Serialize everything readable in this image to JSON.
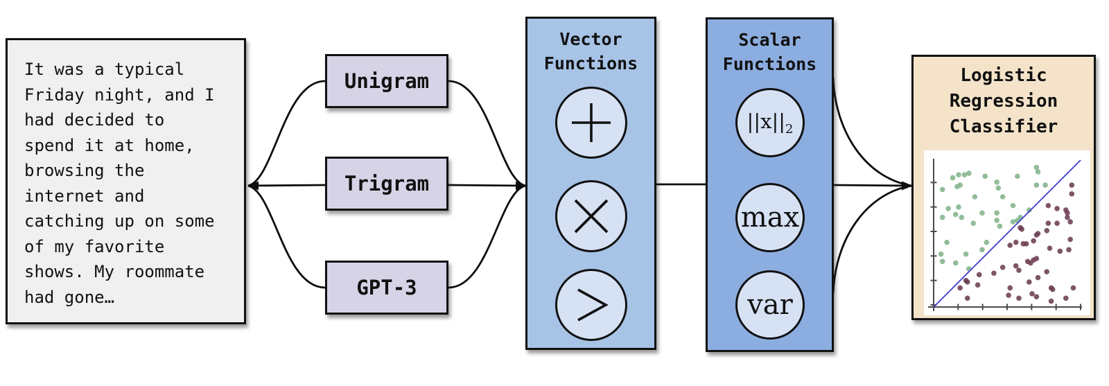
{
  "diagram": {
    "input_text": {
      "text": "It was a typical\nFriday night, and I\nhad decided to\nspend it at home,\nbrowsing the\ninternet and\ncatching up on some\nof my favorite\nshows. My roommate\nhad gone…"
    },
    "feature_extractors": [
      {
        "label": "Unigram"
      },
      {
        "label": "Trigram"
      },
      {
        "label": "GPT-3"
      }
    ],
    "vector_functions": {
      "title": "Vector\nFunctions",
      "operations": [
        {
          "name": "add",
          "symbol": "+"
        },
        {
          "name": "multiply",
          "symbol": "×"
        },
        {
          "name": "greater-than",
          "symbol": ">"
        }
      ]
    },
    "scalar_functions": {
      "title": "Scalar\nFunctions",
      "operations": [
        {
          "name": "l2-norm",
          "base": "||x||",
          "subscript": "2"
        },
        {
          "name": "max",
          "base": "max",
          "subscript": ""
        },
        {
          "name": "variance",
          "base": "var",
          "subscript": ""
        }
      ]
    },
    "classifier": {
      "title": "Logistic\nRegression\nClassifier"
    },
    "edges": [
      {
        "from": "input-text",
        "to": "unigram"
      },
      {
        "from": "input-text",
        "to": "trigram"
      },
      {
        "from": "input-text",
        "to": "gpt-3"
      },
      {
        "from": "unigram",
        "to": "vector-functions"
      },
      {
        "from": "trigram",
        "to": "vector-functions"
      },
      {
        "from": "gpt-3",
        "to": "vector-functions"
      },
      {
        "from": "vector-functions",
        "to": "scalar-functions"
      },
      {
        "from": "scalar-functions",
        "to": "logistic-regression-classifier"
      }
    ],
    "colors": {
      "input_box_fill": "#f0f0f0",
      "extractor_fill": "#d7d3e7",
      "vector_box_fill": "#a7c3e6",
      "scalar_box_fill": "#8caddf",
      "circle_fill": "#d6e2f4",
      "classifier_fill": "#f4e3c9",
      "line": "#0d0d0d"
    }
  },
  "chart_data": {
    "type": "scatter",
    "title": "",
    "xlabel": "",
    "ylabel": "",
    "xlim": [
      0,
      1
    ],
    "ylim": [
      0,
      1
    ],
    "grid": false,
    "x_tick_count": 6,
    "y_tick_count": 6,
    "series": [
      {
        "name": "class-green",
        "color": "#82b48b",
        "points": [
          [
            0.13,
            0.88
          ],
          [
            0.17,
            0.9
          ],
          [
            0.21,
            0.9
          ],
          [
            0.24,
            0.91
          ],
          [
            0.35,
            0.89
          ],
          [
            0.57,
            0.89
          ],
          [
            0.7,
            0.95
          ],
          [
            0.71,
            0.92
          ],
          [
            0.06,
            0.8
          ],
          [
            0.16,
            0.82
          ],
          [
            0.18,
            0.83
          ],
          [
            0.43,
            0.85
          ],
          [
            0.44,
            0.81
          ],
          [
            0.7,
            0.83
          ],
          [
            0.76,
            0.83
          ],
          [
            0.28,
            0.75
          ],
          [
            0.47,
            0.75
          ],
          [
            0.1,
            0.67
          ],
          [
            0.17,
            0.68
          ],
          [
            0.54,
            0.69
          ],
          [
            0.33,
            0.64
          ],
          [
            0.43,
            0.64
          ],
          [
            0.65,
            0.66
          ],
          [
            0.06,
            0.61
          ],
          [
            0.15,
            0.63
          ],
          [
            0.19,
            0.61
          ],
          [
            0.57,
            0.59
          ],
          [
            0.27,
            0.57
          ],
          [
            0.43,
            0.59
          ],
          [
            0.54,
            0.58
          ],
          [
            0.45,
            0.55
          ],
          [
            0.59,
            0.61
          ],
          [
            0.09,
            0.44
          ],
          [
            0.36,
            0.44
          ],
          [
            0.33,
            0.39
          ],
          [
            0.05,
            0.36
          ],
          [
            0.22,
            0.36
          ],
          [
            0.06,
            0.31
          ],
          [
            0.15,
            0.3
          ],
          [
            0.24,
            0.26
          ]
        ]
      },
      {
        "name": "class-maroon",
        "color": "#6c3e52",
        "points": [
          [
            0.94,
            0.83
          ],
          [
            0.94,
            0.77
          ],
          [
            0.78,
            0.69
          ],
          [
            0.84,
            0.67
          ],
          [
            0.9,
            0.66
          ],
          [
            0.91,
            0.64
          ],
          [
            0.91,
            0.61
          ],
          [
            0.78,
            0.57
          ],
          [
            0.84,
            0.57
          ],
          [
            0.93,
            0.58
          ],
          [
            0.59,
            0.54
          ],
          [
            0.6,
            0.53
          ],
          [
            0.71,
            0.5
          ],
          [
            0.77,
            0.52
          ],
          [
            0.7,
            0.49
          ],
          [
            0.68,
            0.45
          ],
          [
            0.93,
            0.46
          ],
          [
            0.52,
            0.42
          ],
          [
            0.56,
            0.44
          ],
          [
            0.61,
            0.43
          ],
          [
            0.63,
            0.43
          ],
          [
            0.79,
            0.4
          ],
          [
            0.86,
            0.38
          ],
          [
            0.92,
            0.39
          ],
          [
            0.64,
            0.31
          ],
          [
            0.66,
            0.3
          ],
          [
            0.68,
            0.32
          ],
          [
            0.7,
            0.33
          ],
          [
            0.71,
            0.2
          ],
          [
            0.77,
            0.24
          ],
          [
            0.56,
            0.28
          ],
          [
            0.58,
            0.25
          ],
          [
            0.47,
            0.27
          ],
          [
            0.31,
            0.22
          ],
          [
            0.41,
            0.23
          ],
          [
            0.22,
            0.18
          ],
          [
            0.23,
            0.17
          ],
          [
            0.3,
            0.15
          ],
          [
            0.18,
            0.13
          ],
          [
            0.52,
            0.13
          ],
          [
            0.51,
            0.08
          ],
          [
            0.65,
            0.17
          ],
          [
            0.67,
            0.09
          ],
          [
            0.7,
            0.07
          ],
          [
            0.8,
            0.13
          ],
          [
            0.81,
            0.12
          ],
          [
            0.8,
            0.04
          ],
          [
            0.9,
            0.06
          ],
          [
            0.95,
            0.13
          ],
          [
            0.58,
            0.06
          ],
          [
            0.23,
            0.06
          ]
        ]
      }
    ],
    "decision_boundary": {
      "type": "line",
      "x1": 0,
      "y1": 0,
      "x2": 1,
      "y2": 1,
      "color": "#3c3ccf"
    }
  }
}
